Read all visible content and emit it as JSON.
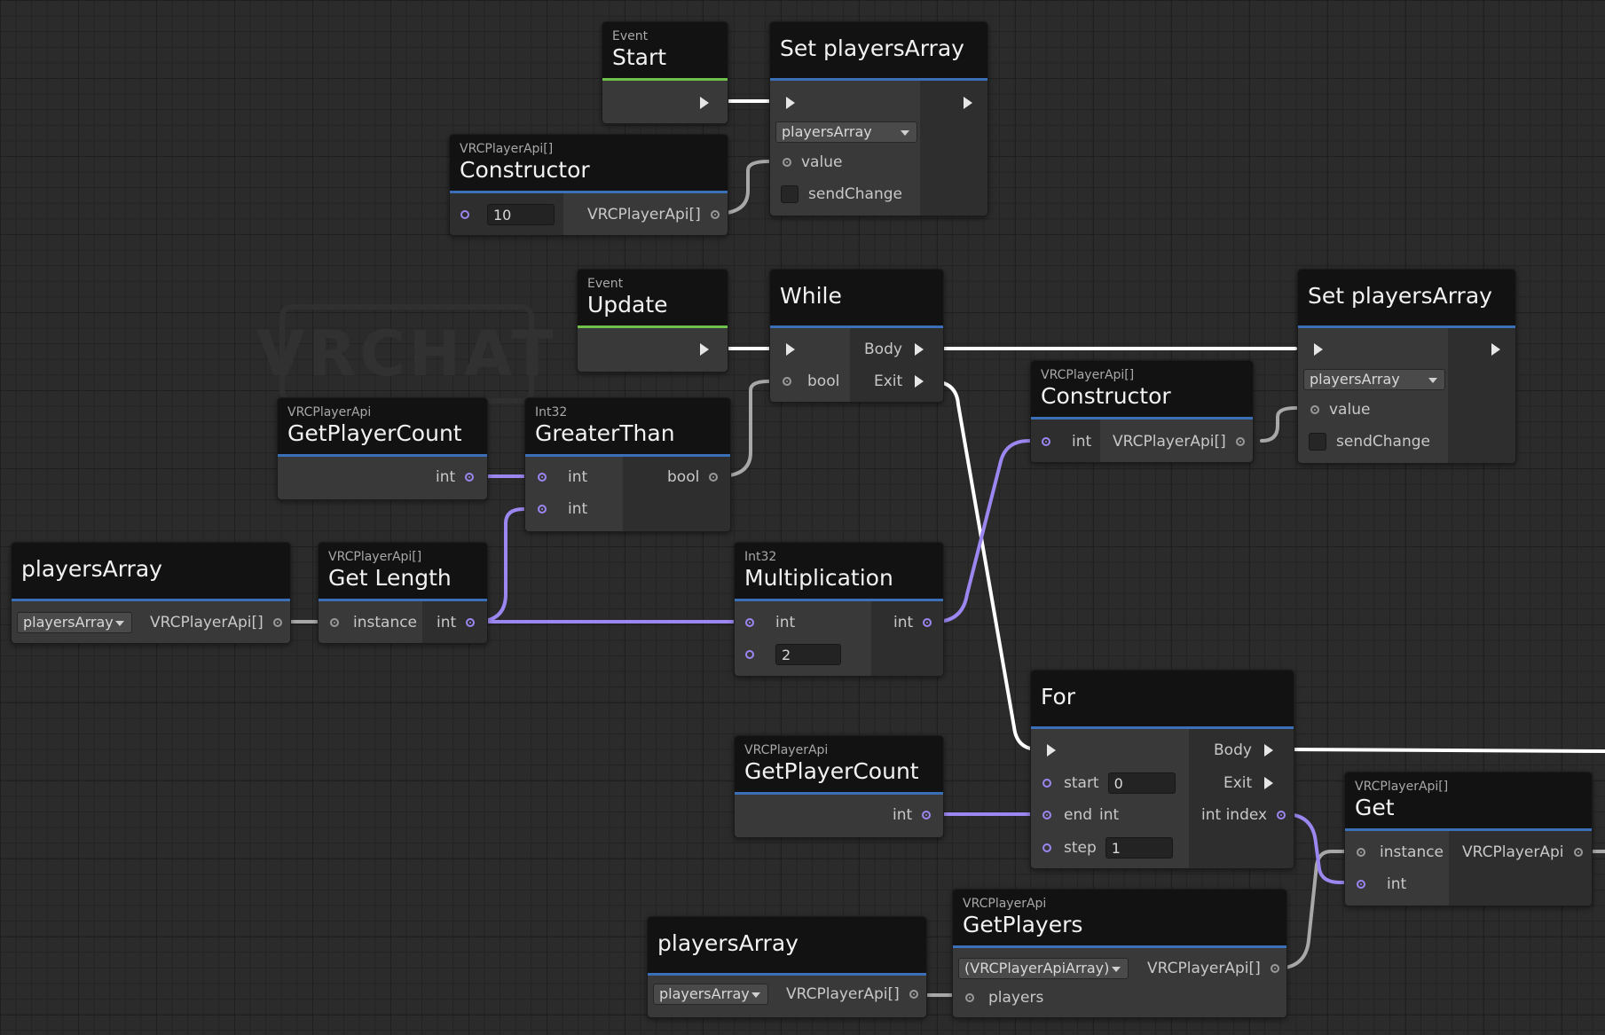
{
  "colors": {
    "background": "#2b2b2b",
    "node_body": "#393939",
    "node_header": "#121212",
    "header_underline": "#3b6fb8",
    "event_underline": "#6fc14b",
    "flow_wire": "#ffffff",
    "int_wire": "#9c86f0",
    "object_wire": "#a8a8a8"
  },
  "watermark": "VRCHAT",
  "nodes": {
    "start": {
      "category": "Event",
      "title": "Start"
    },
    "set_players_1": {
      "title": "Set playersArray",
      "var_select": "playersArray",
      "value_label": "value",
      "send_change_label": "sendChange"
    },
    "ctor_1": {
      "category": "VRCPlayerApi[]",
      "title": "Constructor",
      "size_value": "10",
      "out_label": "VRCPlayerApi[]"
    },
    "update": {
      "category": "Event",
      "title": "Update"
    },
    "while": {
      "title": "While",
      "body_label": "Body",
      "bool_label": "bool",
      "exit_label": "Exit"
    },
    "set_players_2": {
      "title": "Set playersArray",
      "var_select": "playersArray",
      "value_label": "value",
      "send_change_label": "sendChange"
    },
    "ctor_2": {
      "category": "VRCPlayerApi[]",
      "title": "Constructor",
      "in_label": "int",
      "out_label": "VRCPlayerApi[]"
    },
    "get_player_count_1": {
      "category": "VRCPlayerApi",
      "title": "GetPlayerCount",
      "out_label": "int"
    },
    "greater_than": {
      "category": "Int32",
      "title": "GreaterThan",
      "in1": "int",
      "in2": "int",
      "out_label": "bool"
    },
    "players_var_1": {
      "title": "playersArray",
      "select": "playersArray",
      "out_label": "VRCPlayerApi[]"
    },
    "get_length": {
      "category": "VRCPlayerApi[]",
      "title": "Get Length",
      "in_label": "instance",
      "out_label": "int"
    },
    "multiplication": {
      "category": "Int32",
      "title": "Multiplication",
      "in1": "int",
      "in2_value": "2",
      "out_label": "int"
    },
    "for": {
      "title": "For",
      "body_label": "Body",
      "exit_label": "Exit",
      "start_label": "start",
      "start_value": "0",
      "end_label": "end",
      "end_type": "int",
      "index_label": "int index",
      "step_label": "step",
      "step_value": "1"
    },
    "get_player_count_2": {
      "category": "VRCPlayerApi",
      "title": "GetPlayerCount",
      "out_label": "int"
    },
    "get": {
      "category": "VRCPlayerApi[]",
      "title": "Get",
      "in1": "instance",
      "in2": "int",
      "out_label": "VRCPlayerApi"
    },
    "players_var_2": {
      "title": "playersArray",
      "select": "playersArray",
      "out_label": "VRCPlayerApi[]"
    },
    "get_players": {
      "category": "VRCPlayerApi",
      "title": "GetPlayers",
      "select": "(VRCPlayerApiArray)",
      "out_label": "VRCPlayerApi[]",
      "in_label": "players"
    }
  }
}
